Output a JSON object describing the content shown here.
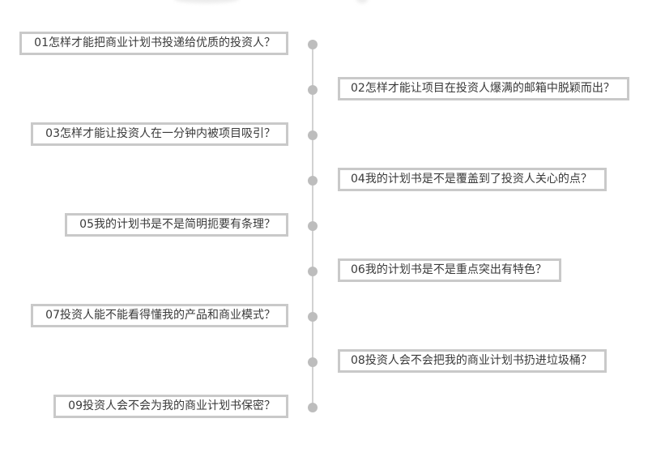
{
  "questions": [
    {
      "label": "01怎样才能把商业计划书投递给优质的投资人？",
      "side": "left"
    },
    {
      "label": "02怎样才能让项目在投资人爆满的邮箱中脱颖而出？",
      "side": "right"
    },
    {
      "label": "03怎样才能让投资人在一分钟内被项目吸引？",
      "side": "left"
    },
    {
      "label": "04我的计划书是不是覆盖到了投资人关心的点？",
      "side": "right"
    },
    {
      "label": "05我的计划书是不是简明扼要有条理？",
      "side": "left"
    },
    {
      "label": "06我的计划书是不是重点突出有特色？",
      "side": "right"
    },
    {
      "label": "07投资人能不能看得懂我的产品和商业模式？",
      "side": "left"
    },
    {
      "label": "08投资人会不会把我的商业计划书扔进垃圾桶？",
      "side": "right"
    },
    {
      "label": "09投资人会不会为我的商业计划书保密？",
      "side": "left"
    }
  ]
}
